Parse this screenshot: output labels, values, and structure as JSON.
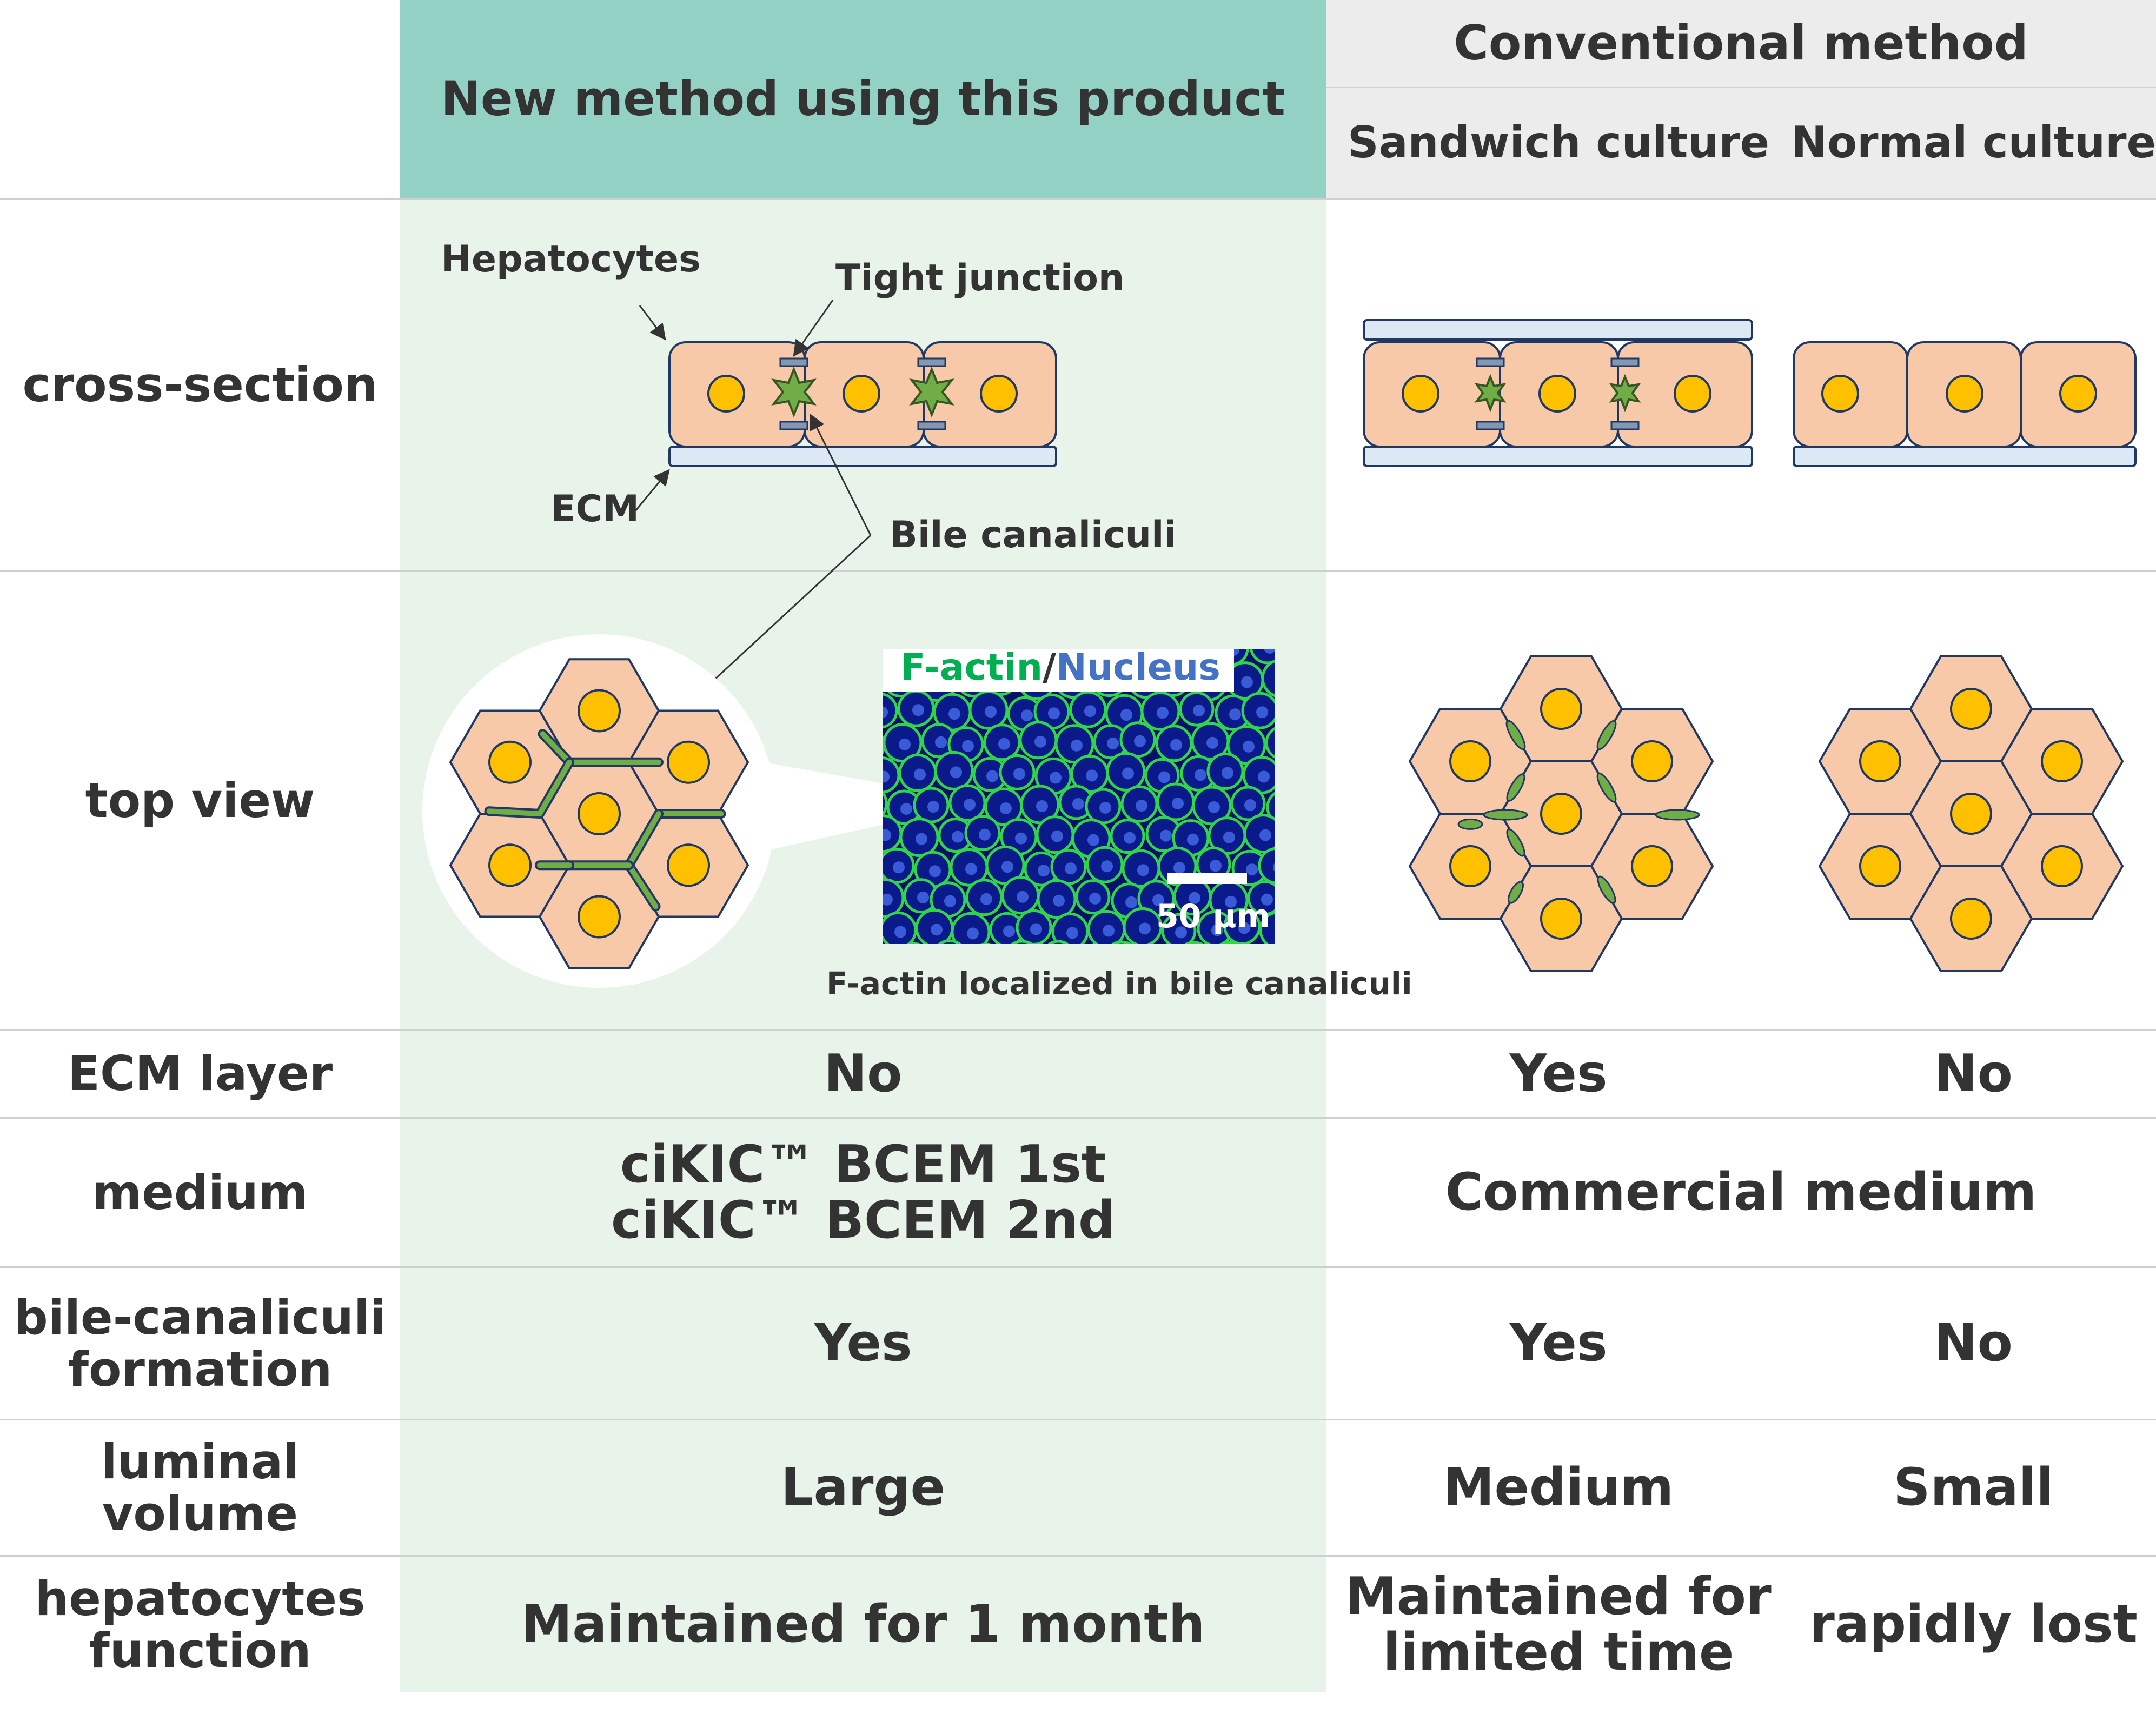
{
  "header": {
    "new_method": "New method using this product",
    "conventional": "Conventional method",
    "sandwich": "Sandwich culture",
    "normal": "Normal culture"
  },
  "row_labels": {
    "cross_section": "cross-section",
    "top_view": "top view",
    "ecm_layer": "ECM layer",
    "medium": "medium",
    "bile_formation": "bile-canaliculi\nformation",
    "luminal_volume": "luminal\nvolume",
    "hep_function": "hepatocytes\nfunction"
  },
  "diagram_labels": {
    "hepatocytes": "Hepatocytes",
    "tight_junction": "Tight junction",
    "ecm": "ECM",
    "bile_canaliculi": "Bile canaliculi",
    "micro_caption": "F-actin localized in bile canaliculi",
    "stain_factin": "F-actin",
    "stain_slash": "/",
    "stain_nucleus": "Nucleus",
    "scale_bar": "50 µm"
  },
  "ecm_layer": {
    "new": "No",
    "sandwich": "Yes",
    "normal": "No"
  },
  "medium": {
    "new": "ciKIC™ BCEM 1st\nciKIC™ BCEM 2nd",
    "conventional": "Commercial medium"
  },
  "bile_formation": {
    "new": "Yes",
    "sandwich": "Yes",
    "normal": "No"
  },
  "luminal_volume": {
    "new": "Large",
    "sandwich": "Medium",
    "normal": "Small"
  },
  "hep_function": {
    "new": "Maintained for 1 month",
    "sandwich": "Maintained for\nlimited time",
    "normal": "rapidly lost"
  },
  "colors": {
    "new_header_bg": "#92d1c3",
    "new_body_bg": "#e8f3ea",
    "conv_header_bg": "#ececec",
    "cell_fill": "#f7c9a9",
    "nucleus": "#ffc000",
    "bile": "#70ad47",
    "ecm": "#dce9f5",
    "outline": "#203864",
    "factin_text": "#00b050",
    "nucleus_text": "#4472c4"
  }
}
